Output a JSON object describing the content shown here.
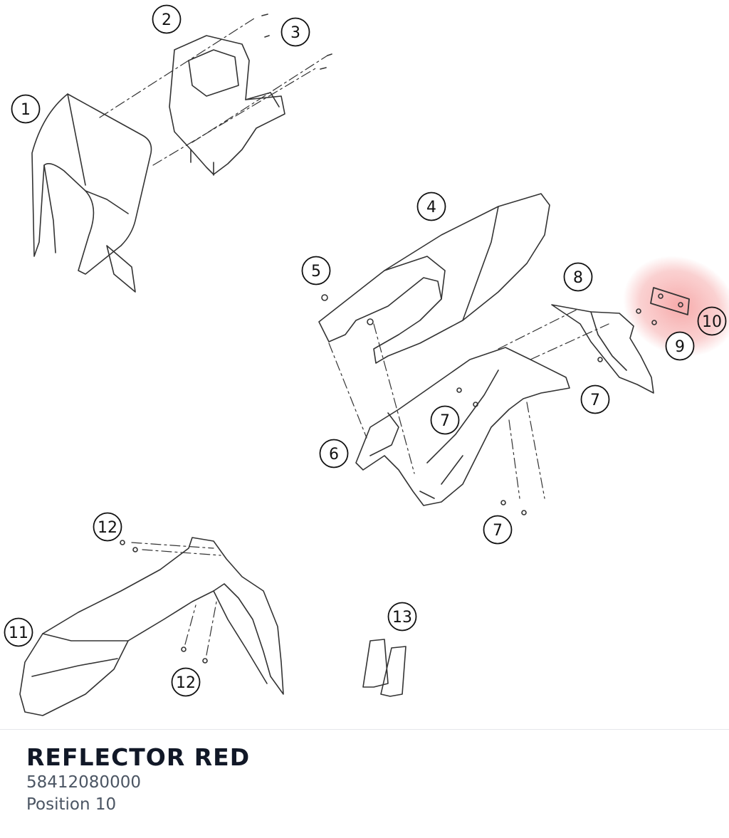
{
  "part": {
    "title": "REFLECTOR RED",
    "number": "58412080000",
    "position": "Position 10"
  },
  "diagram": {
    "highlight_color": "#f7b2b2",
    "line_color": "#333333",
    "callouts": [
      {
        "id": "1",
        "label": "1"
      },
      {
        "id": "2",
        "label": "2"
      },
      {
        "id": "3",
        "label": "3"
      },
      {
        "id": "4",
        "label": "4"
      },
      {
        "id": "5",
        "label": "5"
      },
      {
        "id": "6",
        "label": "6"
      },
      {
        "id": "7a",
        "label": "7"
      },
      {
        "id": "7b",
        "label": "7"
      },
      {
        "id": "7c",
        "label": "7"
      },
      {
        "id": "8",
        "label": "8"
      },
      {
        "id": "9",
        "label": "9"
      },
      {
        "id": "10",
        "label": "10"
      },
      {
        "id": "11",
        "label": "11"
      },
      {
        "id": "12a",
        "label": "12"
      },
      {
        "id": "12b",
        "label": "12"
      },
      {
        "id": "13",
        "label": "13"
      }
    ]
  }
}
